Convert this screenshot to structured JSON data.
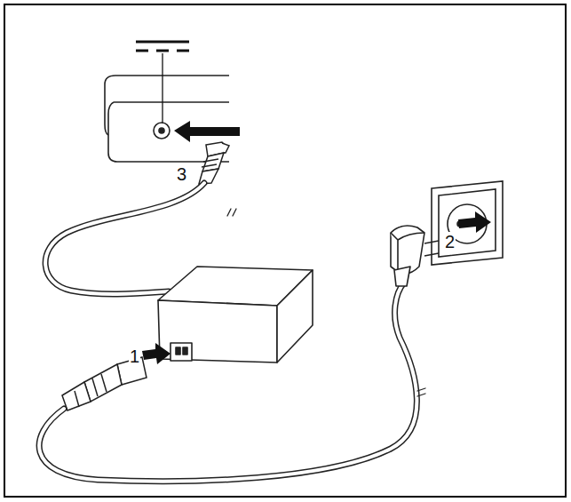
{
  "diagram": {
    "labels": [
      "3",
      "2",
      "1"
    ]
  }
}
